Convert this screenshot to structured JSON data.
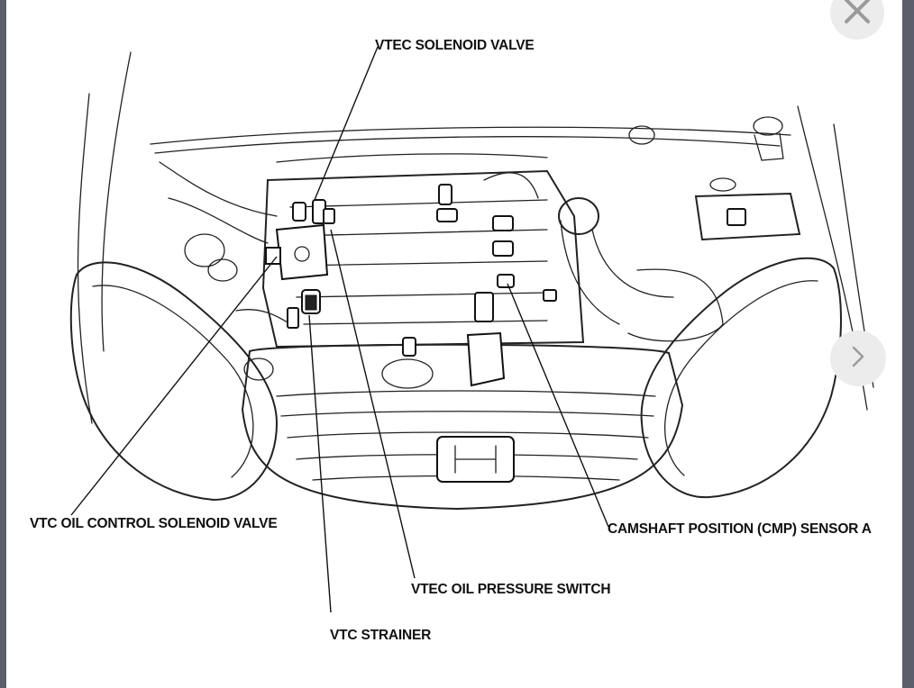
{
  "labels": {
    "vtec_solenoid_valve": "VTEC SOLENOID VALVE",
    "vtc_oil_control_solenoid_valve": "VTC OIL CONTROL SOLENOID VALVE",
    "camshaft_position_sensor_a": "CAMSHAFT POSITION (CMP) SENSOR A",
    "vtec_oil_pressure_switch": "VTEC OIL PRESSURE SWITCH",
    "vtc_strainer": "VTC STRAINER"
  },
  "controls": {
    "close_icon": "close-icon",
    "next_icon": "chevron-right-icon"
  },
  "colors": {
    "background": "#5b5f6b",
    "page": "#ffffff",
    "button": "#ececec",
    "button_glyph": "#9a9a9a"
  }
}
